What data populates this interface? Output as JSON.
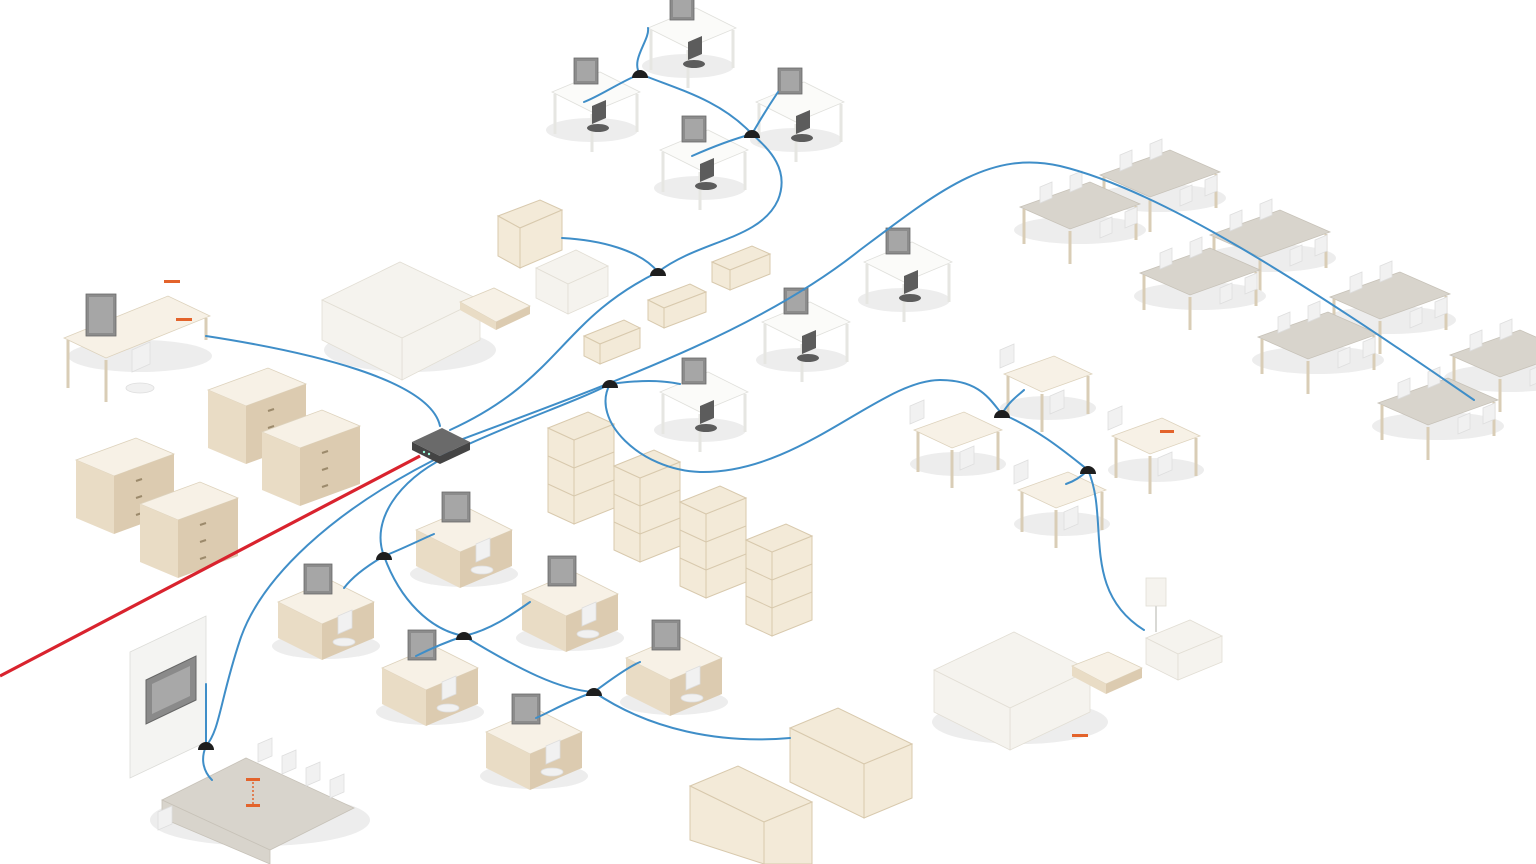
{
  "scene": {
    "type": "isometric office network diagram",
    "colors": {
      "cable": "#3f8ec8",
      "uplink": "#d9232e",
      "node": "#1e1e1e",
      "router": "#5e5e5e",
      "desk": "#f7f1e6",
      "accent": "#e3632b"
    },
    "zones": [
      "workstation-cluster-top",
      "lounge-center",
      "meeting-tables-right",
      "workstation-cluster-center",
      "cafe-tables-right",
      "drawer-cabinets-left",
      "bookshelves-center",
      "desk-cluster-bottom",
      "lounge-bottom-right",
      "conference-room-bottom-left"
    ]
  }
}
